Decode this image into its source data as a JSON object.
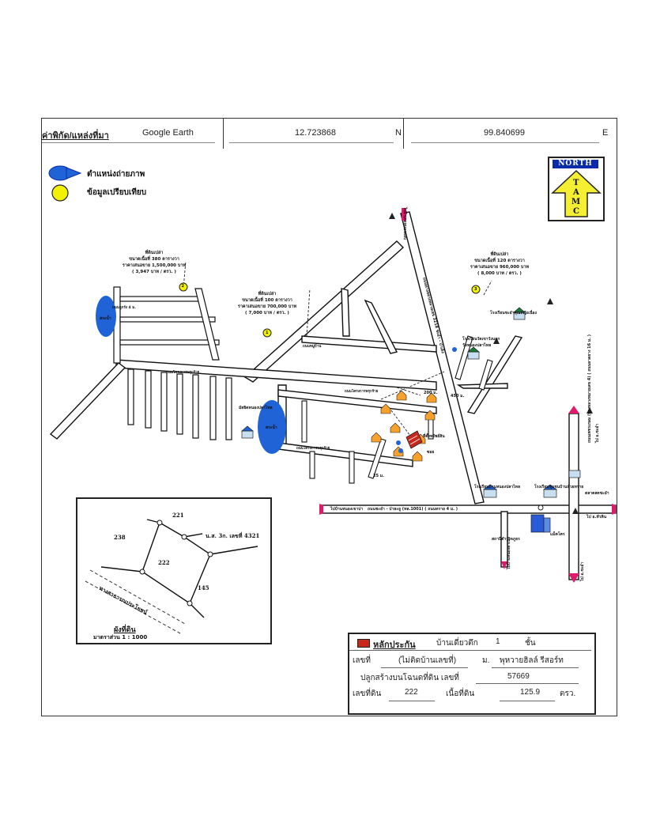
{
  "header": {
    "coord_label": "ค่าพิกัด/แหล่งที่มา",
    "source": "Google Earth",
    "lat": "12.723868",
    "lat_dir": "N",
    "lon": "99.840699",
    "lon_dir": "E"
  },
  "legend": {
    "photo_position": "ตำแหน่งถ่ายภาพ",
    "comparison_data": "ข้อมูลเปรียบเทียบ"
  },
  "north_arrow": {
    "title": "NORTH",
    "letters": [
      "T",
      "A",
      "M",
      "C"
    ]
  },
  "comparisons": [
    {
      "number": "1",
      "l1": "ที่ดินเปล่า",
      "l2": "ขนาดเนื้อที่ 100 ตารางวา",
      "l3": "ราคาเสนอขาย 700,000 บาท",
      "l4": "( 7,000 บาท / ตรว. )"
    },
    {
      "number": "2",
      "l1": "ที่ดินเปล่า",
      "l2": "ขนาดเนื้อที่ 380 ตารางวา",
      "l3": "ราคาเสนอขาย 1,500,000 บาท",
      "l4": "( 3,947 บาท / ตรว. )"
    },
    {
      "number": "3",
      "l1": "ที่ดินเปล่า",
      "l2": "ขนาดเนื้อที่ 120 ตารางวา",
      "l3": "ราคาเสนอขาย 960,000 บาท",
      "l4": "( 8,000 บาท / ตรว. )"
    }
  ],
  "map_labels": {
    "to_north": "ไปอำเภอหนองพลับ",
    "main_road_v": "ถนนทางหลวงหมายเลข 3218 ชะอำ - ป่าเด็ง",
    "road_a": "ถนนหมู่บ้าน",
    "to_pranburi": "ไปบ้านหนองเขาปา",
    "road_main_h": "ถนนชะอำ - ป่าละอู (ทล.1001)   ( ถนนทราย 4 ม. )",
    "to_cha_am": "ไป อ.ชะอำ",
    "to_hua_hin": "ไป อ.หัวหิน",
    "to_ban_pong": "ไปบ้านหนองตาเนิง",
    "to_cha_am_2": "ไป อ.ชะอำ",
    "road_right_v": "ถนนเพชรเกษม (ทางหลวงหมายเลข 4)  ( ถนนลาดยาง 16 ม. )",
    "pond1": "สระน้ำ",
    "pond2": "สระน้ำ",
    "mosque": "มัสยิดหนองปลาไหล",
    "school1": "โรงเรียนบ้านหนองปลาไหล",
    "school2": "โรงเรียนชุมชนบ้านห้วยทราย",
    "temple": "โรงเรียนวัดเขาวังนอก",
    "temple2": "วัดหนองปลาไหล",
    "school3": "โรงเรียนชะอำคุณหญิงเนื่อง",
    "police": "สถานีตำรวจภูธร",
    "market": "ตลาดสดชะอำ",
    "store": "แม็คโคร",
    "dist1": "200 ม.",
    "dist2": "450 ม.",
    "dist3": "25 ม.",
    "site": "ที่ตั้งทรัพย์สิน",
    "soi": "ซอย",
    "lane": "ถนนลูกรัง 4 ม.",
    "village_road": "ถนนโครงการพรุกร้าย",
    "village_road2": "ถนนโครงการพรุกร้าย",
    "village_road3": "ถนนโครงการพรุกร้าย"
  },
  "plot": {
    "n_top": "221",
    "n_left": "238",
    "n_center": "222",
    "n_right": "145",
    "deed": "น.ส. 3ก. เลขที่ 4321",
    "road": "ทางสาธารณประโยชน์",
    "title": "ผังที่ดิน",
    "scale": "มาตราส่วน 1 : 1000"
  },
  "info": {
    "collateral_label": "หลักประกัน",
    "building_type": "บ้านเดี่ยวตึก",
    "floors": "1",
    "floors_unit": "ชั้น",
    "house_no_label": "เลขที่",
    "house_no": "(ไม่ติดบ้านเลขที่)",
    "moo_label": "ม.",
    "project": "พุหวายฮิลล์ รีสอร์ท",
    "deed_line": "ปลูกสร้างบนโฉนดที่ดิน เลขที่",
    "deed_no": "57669",
    "land_no_label": "เลขที่ดิน",
    "land_no": "222",
    "area_label": "เนื้อที่ดิน",
    "area": "125.9",
    "area_unit": "ตรว."
  },
  "colors": {
    "road": "#111111",
    "pond": "#1f63d6",
    "marker_yellow": "#f2f200",
    "north_blue": "#0a2ca8",
    "collateral_red": "#c8271b",
    "sign_pink": "#e0196b"
  }
}
